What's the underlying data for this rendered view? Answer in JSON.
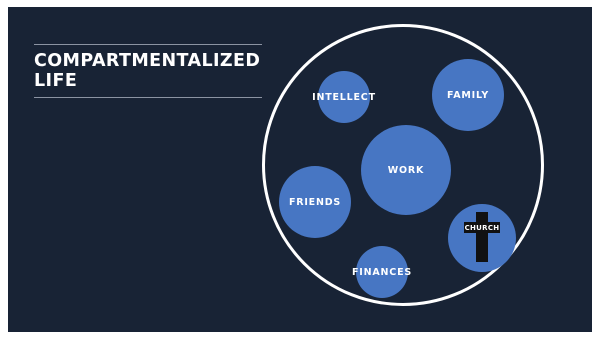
{
  "slide": {
    "title": "COMPARTMENTALIZED\nLIFE",
    "colors": {
      "background": "#182335",
      "bubble": "#4776c3",
      "outline": "#ffffff",
      "cross": "#111111"
    }
  },
  "diagram": {
    "bubbles": {
      "intellect": "INTELLECT",
      "family": "FAMILY",
      "work": "WORK",
      "friends": "FRIENDS",
      "church": "CHURCH",
      "finances": "FINANCES"
    },
    "church_symbol": "cross-icon"
  }
}
